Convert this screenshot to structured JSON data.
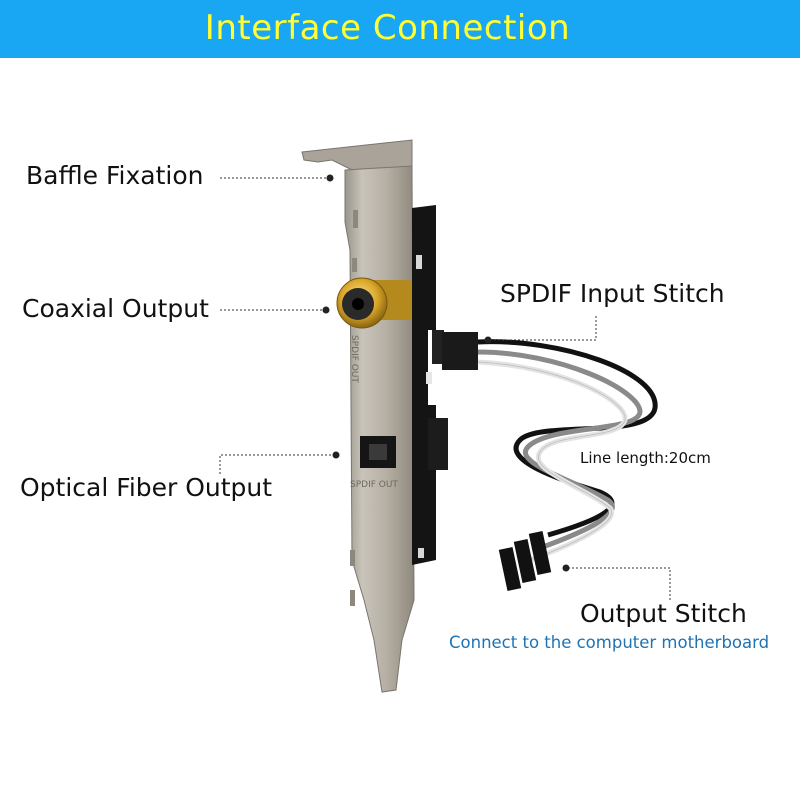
{
  "banner": {
    "title": "Interface  Connection",
    "color": "#19a6f2",
    "title_color": "#ffff33"
  },
  "callouts": {
    "baffle": "Baffle Fixation",
    "coaxial": "Coaxial Output",
    "optical": "Optical Fiber Output",
    "spdif_input": "SPDIF Input Stitch",
    "line_length": "Line length:20cm",
    "output_stitch": "Output Stitch",
    "note": "Connect to the computer motherboard"
  },
  "panel": {
    "coax_label": "SPDIF OUT",
    "optical_label": "SPDIF OUT"
  },
  "colors": {
    "note": "#1e73b4",
    "bracket": "#b8b2a8",
    "rca_gold": "#d9a72a"
  }
}
